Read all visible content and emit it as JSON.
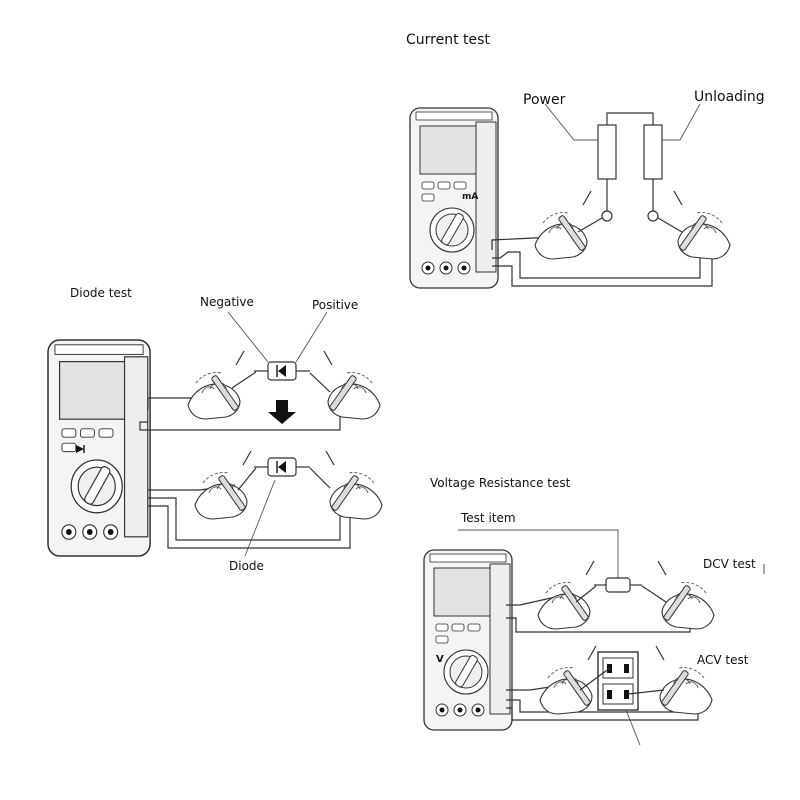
{
  "labels": {
    "current_test": "Current test",
    "power": "Power",
    "unloading": "Unloading",
    "diode_test": "Diode test",
    "negative": "Negative",
    "positive": "Positive",
    "diode": "Diode",
    "voltage_resistance_test": "Voltage Resistance test",
    "test_item": "Test item",
    "dcv_test": "DCV test",
    "acv_test": "ACV test"
  },
  "dial_marks": {
    "current": "mA",
    "voltage": "V"
  }
}
